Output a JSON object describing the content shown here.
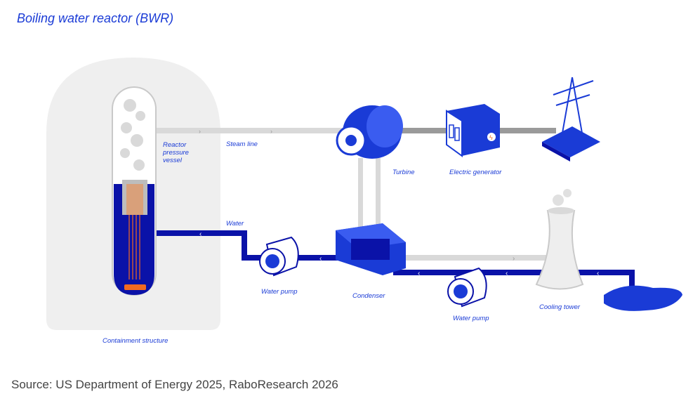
{
  "title": "Boiling water reactor (BWR)",
  "labels": {
    "reactor_pressure_vessel": "Reactor\npressure\nvessel",
    "steam_line": "Steam line",
    "turbine": "Turbine",
    "electric_generator": "Electric generator",
    "water": "Water",
    "water_pump_left": "Water pump",
    "condenser": "Condenser",
    "water_pump_right": "Water pump",
    "cooling_tower": "Cooling tower",
    "containment_structure": "Containment structure"
  },
  "source": "Source: US Department of Energy 2025, RaboResearch 2026",
  "colors": {
    "brand_blue": "#1a3bd6",
    "dark_blue": "#0a12a8",
    "steam_grey": "#d9d9d9",
    "containment_grey": "#efefef",
    "core_orange": "#f26a21"
  }
}
